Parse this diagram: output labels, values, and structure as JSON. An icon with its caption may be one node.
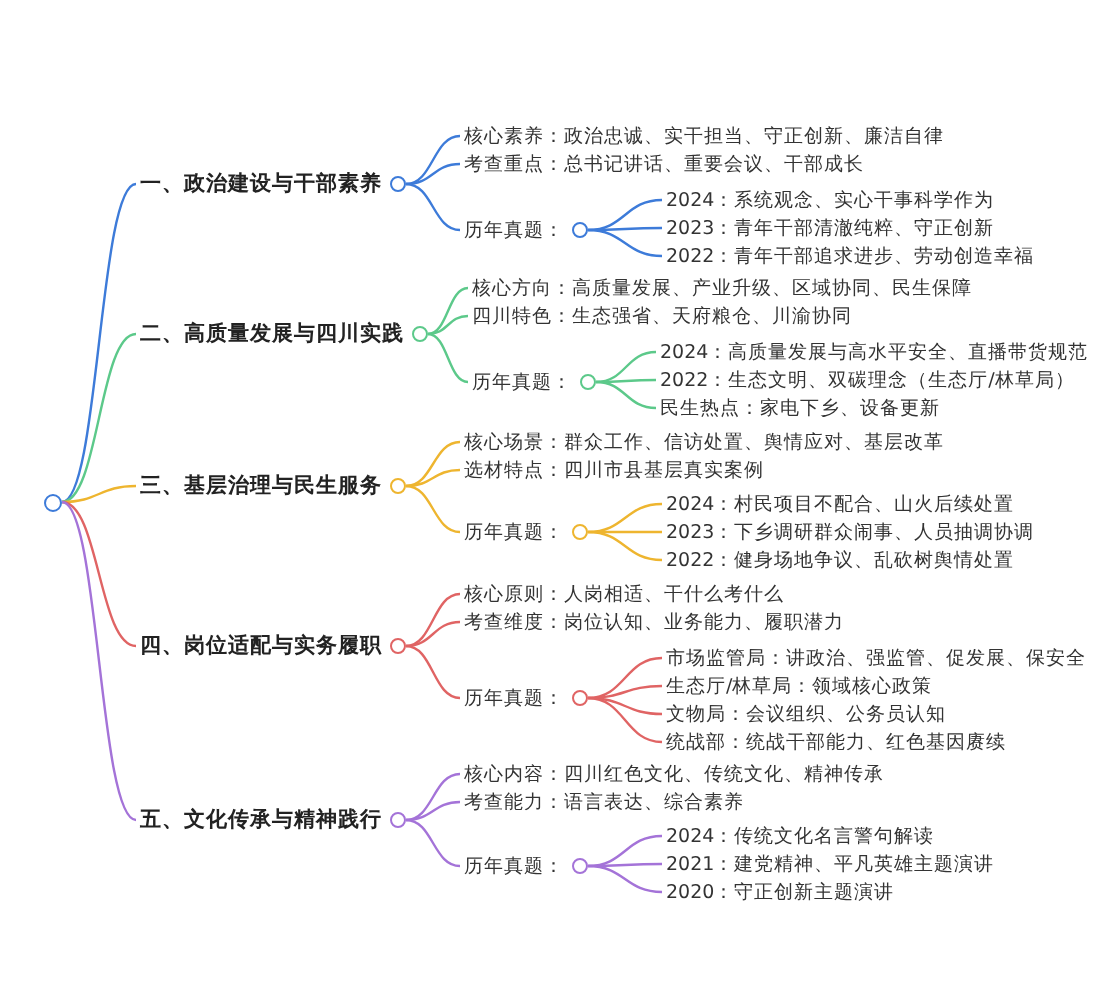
{
  "diagram": {
    "nodes": [
      {
        "text": [],
        "shape": "circle"
      },
      {
        "text": [
          "一、政治建设与干部素养"
        ]
      },
      {
        "text": [
          "核心素养：政治忠诚、实干担当、守正创新、廉洁自律"
        ]
      },
      {
        "text": [
          "考查重点：总书记讲话、重要会议、干部成长"
        ]
      },
      {
        "text": [
          "历年真题："
        ]
      },
      {
        "text": [
          "2024：系统观念、实心干事科学作为"
        ]
      },
      {
        "text": [
          "2023：青年干部清澈纯粹、守正创新"
        ]
      },
      {
        "text": [
          "2022：青年干部追求进步、劳动创造幸福"
        ]
      },
      {
        "text": [
          "二、高质量发展与四川实践"
        ]
      },
      {
        "text": [
          "核心方向：高质量发展、产业升级、区域协同、民生保障"
        ]
      },
      {
        "text": [
          "四川特色：生态强省、天府粮仓、川渝协同"
        ]
      },
      {
        "text": [
          "历年真题："
        ]
      },
      {
        "text": [
          "2024：高质量发展与高水平安全、直播带货规范"
        ]
      },
      {
        "text": [
          "2022：生态文明、双碳理念（生态厅/林草局）"
        ]
      },
      {
        "text": [
          "民生热点：家电下乡、设备更新"
        ]
      },
      {
        "text": [
          "三、基层治理与民生服务"
        ]
      },
      {
        "text": [
          "核心场景：群众工作、信访处置、舆情应对、基层改革"
        ]
      },
      {
        "text": [
          "选材特点：四川市县基层真实案例"
        ]
      },
      {
        "text": [
          "历年真题："
        ]
      },
      {
        "text": [
          "2024：村民项目不配合、山火后续处置"
        ]
      },
      {
        "text": [
          "2023：下乡调研群众闹事、人员抽调协调"
        ]
      },
      {
        "text": [
          "2022：健身场地争议、乱砍树舆情处置"
        ]
      },
      {
        "text": [
          "四、岗位适配与实务履职"
        ]
      },
      {
        "text": [
          "核心原则：人岗相适、干什么考什么"
        ]
      },
      {
        "text": [
          "考查维度：岗位认知、业务能力、履职潜力"
        ]
      },
      {
        "text": [
          "历年真题："
        ]
      },
      {
        "text": [
          "市场监管局：讲政治、强监管、促发展、保安全"
        ]
      },
      {
        "text": [
          "生态厅/林草局：领域核心政策"
        ]
      },
      {
        "text": [
          "文物局：会议组织、公务员认知"
        ]
      },
      {
        "text": [
          "统战部：统战干部能力、红色基因赓续"
        ]
      },
      {
        "text": [
          "五、文化传承与精神践行"
        ]
      },
      {
        "text": [
          "核心内容：四川红色文化、传统文化、精神传承"
        ]
      },
      {
        "text": [
          "考查能力：语言表达、综合素养"
        ]
      },
      {
        "text": [
          "历年真题："
        ]
      },
      {
        "text": [
          "2024：传统文化名言警句解读"
        ]
      },
      {
        "text": [
          "2021：建党精神、平凡英雄主题演讲"
        ]
      },
      {
        "text": [
          "2020：守正创新主题演讲"
        ]
      }
    ],
    "edges": [
      {
        "from": 0,
        "to": 1,
        "arrow": "none",
        "color": "#3d7bd9"
      },
      {
        "from": 1,
        "to": 2,
        "arrow": "none",
        "color": "#3d7bd9"
      },
      {
        "from": 1,
        "to": 3,
        "arrow": "none",
        "color": "#3d7bd9"
      },
      {
        "from": 1,
        "to": 4,
        "arrow": "none",
        "color": "#3d7bd9"
      },
      {
        "from": 4,
        "to": 5,
        "arrow": "none",
        "color": "#3d7bd9"
      },
      {
        "from": 4,
        "to": 6,
        "arrow": "none",
        "color": "#3d7bd9"
      },
      {
        "from": 4,
        "to": 7,
        "arrow": "none",
        "color": "#3d7bd9"
      },
      {
        "from": 0,
        "to": 8,
        "arrow": "none",
        "color": "#5cc98a"
      },
      {
        "from": 8,
        "to": 9,
        "arrow": "none",
        "color": "#5cc98a"
      },
      {
        "from": 8,
        "to": 10,
        "arrow": "none",
        "color": "#5cc98a"
      },
      {
        "from": 8,
        "to": 11,
        "arrow": "none",
        "color": "#5cc98a"
      },
      {
        "from": 11,
        "to": 12,
        "arrow": "none",
        "color": "#5cc98a"
      },
      {
        "from": 11,
        "to": 13,
        "arrow": "none",
        "color": "#5cc98a"
      },
      {
        "from": 11,
        "to": 14,
        "arrow": "none",
        "color": "#5cc98a"
      },
      {
        "from": 0,
        "to": 15,
        "arrow": "none",
        "color": "#eeb52f"
      },
      {
        "from": 15,
        "to": 16,
        "arrow": "none",
        "color": "#eeb52f"
      },
      {
        "from": 15,
        "to": 17,
        "arrow": "none",
        "color": "#eeb52f"
      },
      {
        "from": 15,
        "to": 18,
        "arrow": "none",
        "color": "#eeb52f"
      },
      {
        "from": 18,
        "to": 19,
        "arrow": "none",
        "color": "#eeb52f"
      },
      {
        "from": 18,
        "to": 20,
        "arrow": "none",
        "color": "#eeb52f"
      },
      {
        "from": 18,
        "to": 21,
        "arrow": "none",
        "color": "#eeb52f"
      },
      {
        "from": 0,
        "to": 22,
        "arrow": "none",
        "color": "#e06464"
      },
      {
        "from": 22,
        "to": 23,
        "arrow": "none",
        "color": "#e06464"
      },
      {
        "from": 22,
        "to": 24,
        "arrow": "none",
        "color": "#e06464"
      },
      {
        "from": 22,
        "to": 25,
        "arrow": "none",
        "color": "#e06464"
      },
      {
        "from": 25,
        "to": 26,
        "arrow": "none",
        "color": "#e06464"
      },
      {
        "from": 25,
        "to": 27,
        "arrow": "none",
        "color": "#e06464"
      },
      {
        "from": 25,
        "to": 28,
        "arrow": "none",
        "color": "#e06464"
      },
      {
        "from": 25,
        "to": 29,
        "arrow": "none",
        "color": "#e06464"
      },
      {
        "from": 0,
        "to": 30,
        "arrow": "none",
        "color": "#a473d8"
      },
      {
        "from": 30,
        "to": 31,
        "arrow": "none",
        "color": "#a473d8"
      },
      {
        "from": 30,
        "to": 32,
        "arrow": "none",
        "color": "#a473d8"
      },
      {
        "from": 30,
        "to": 33,
        "arrow": "none",
        "color": "#a473d8"
      },
      {
        "from": 33,
        "to": 34,
        "arrow": "none",
        "color": "#a473d8"
      },
      {
        "from": 33,
        "to": 35,
        "arrow": "none",
        "color": "#a473d8"
      },
      {
        "from": 33,
        "to": 36,
        "arrow": "none",
        "color": "#a473d8"
      }
    ]
  }
}
